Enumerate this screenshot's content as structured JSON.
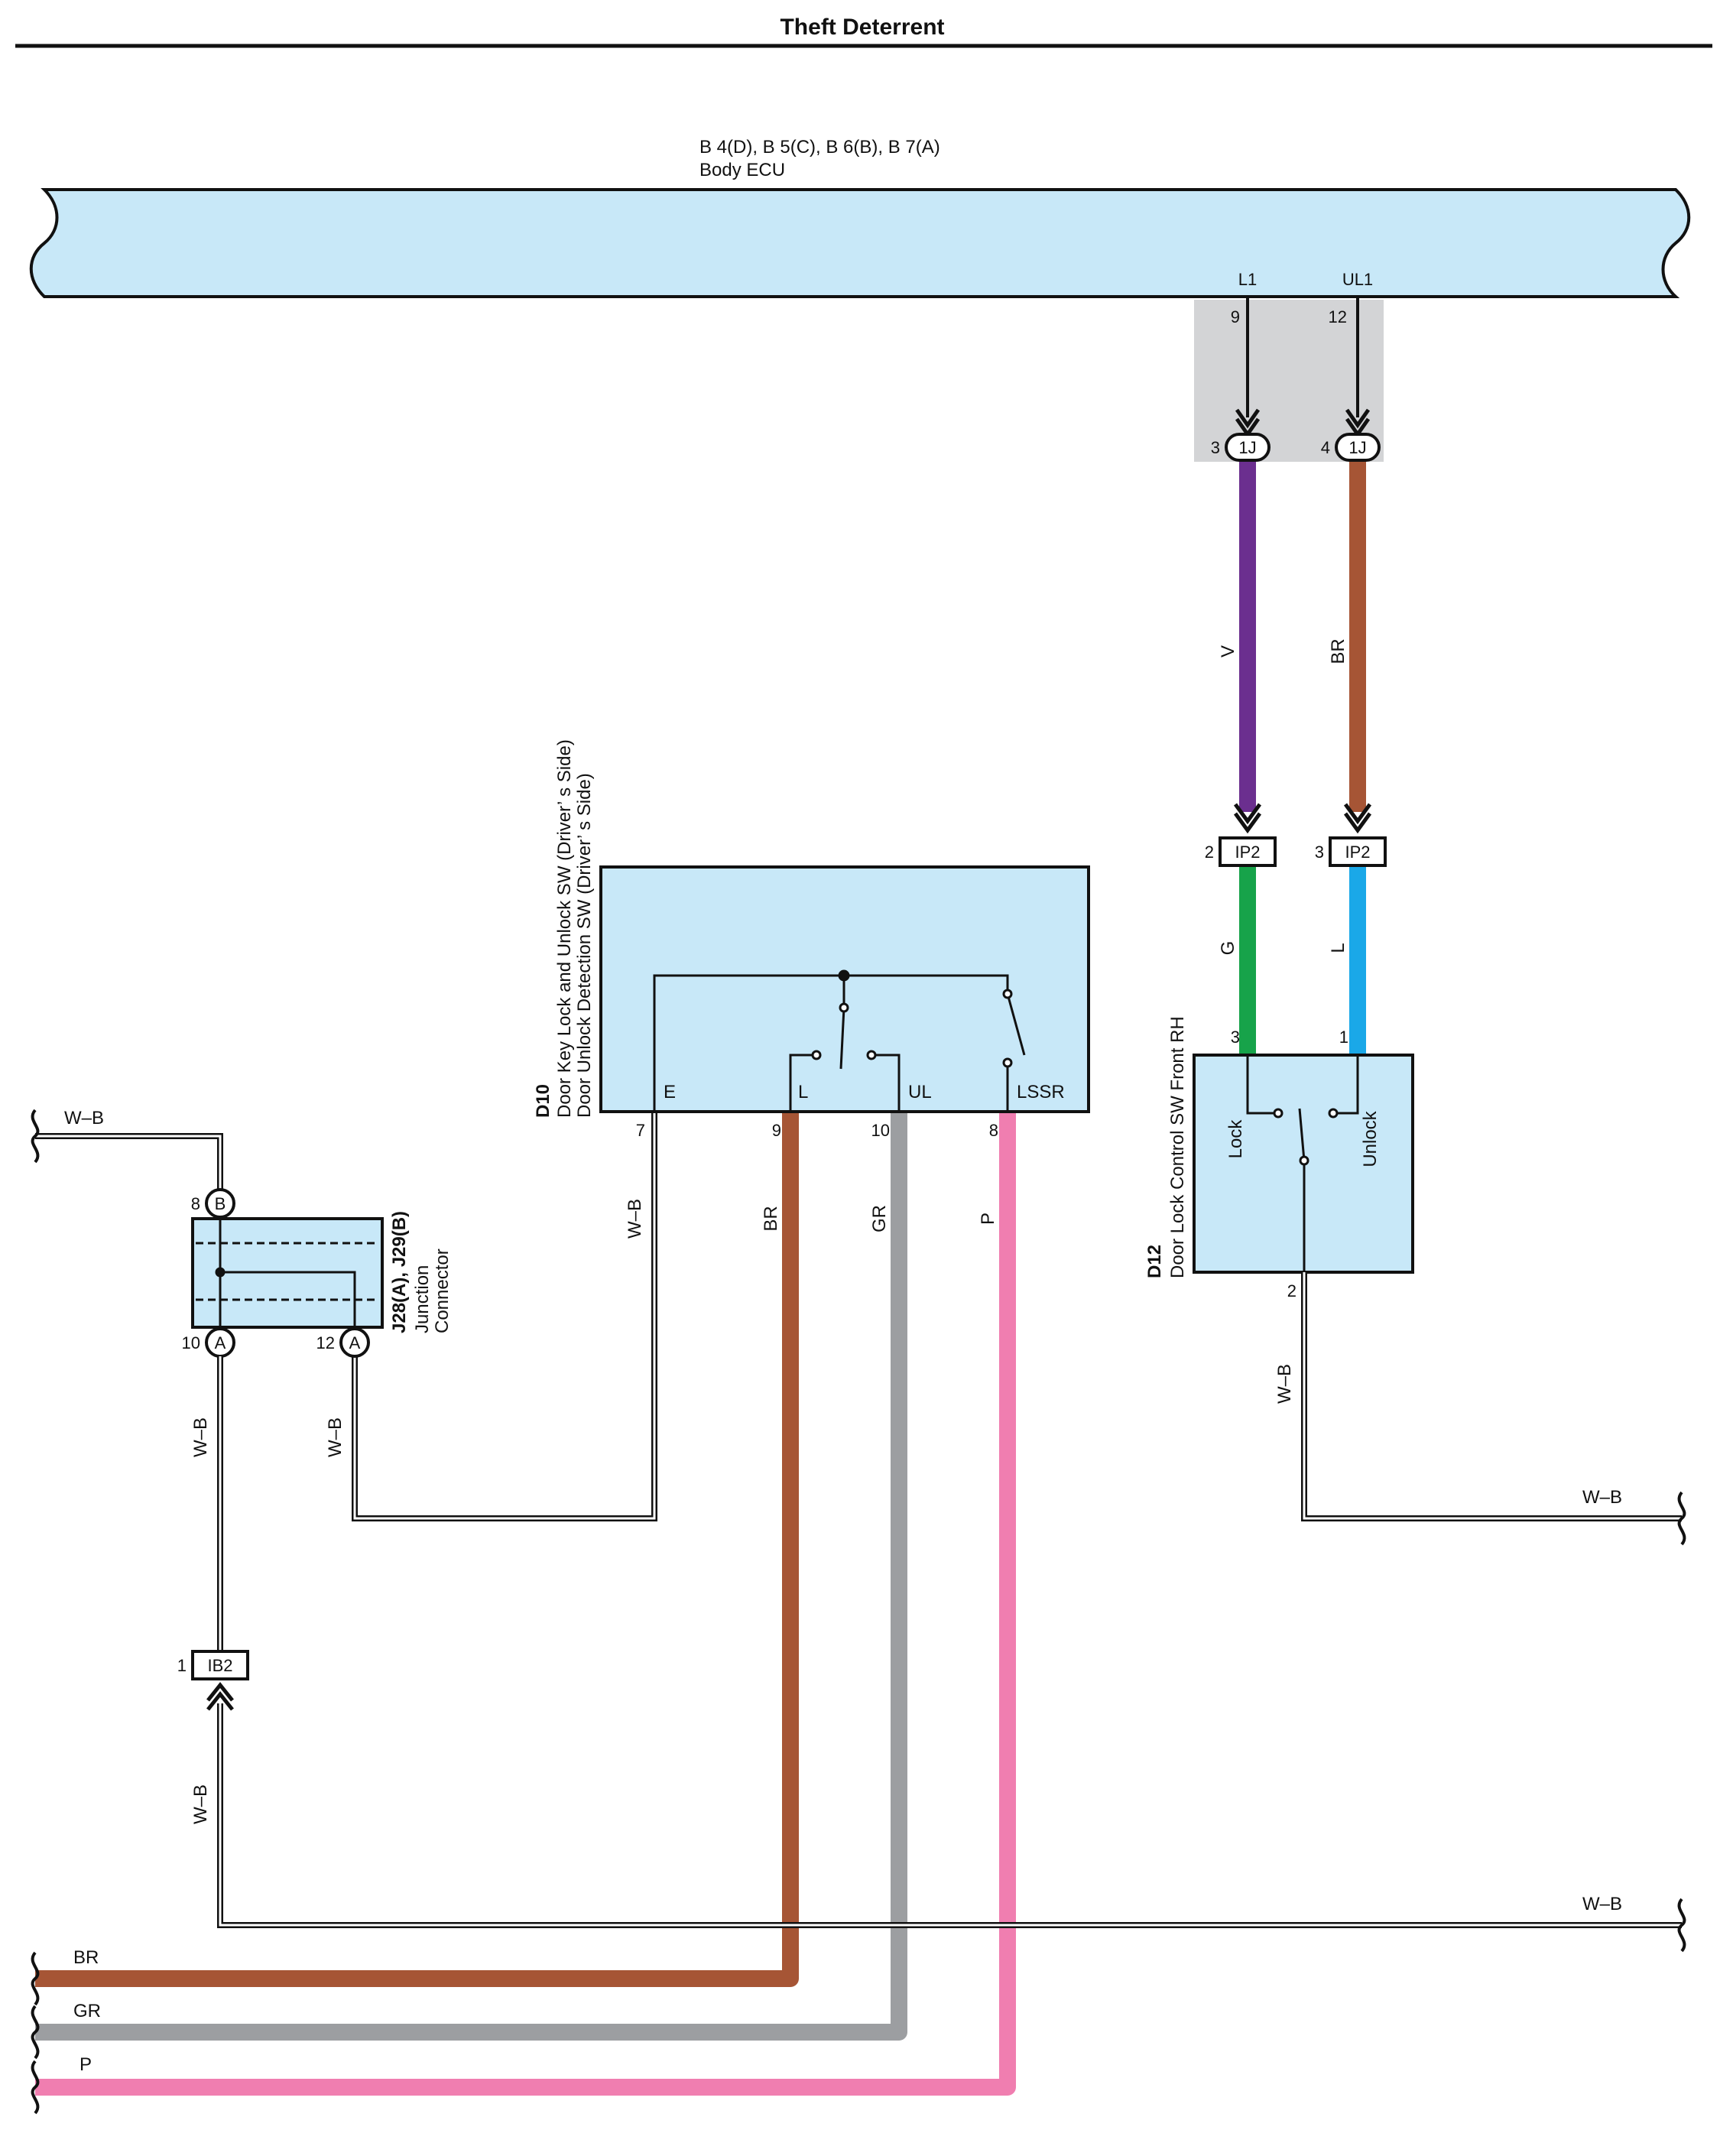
{
  "title": "Theft Deterrent",
  "colors": {
    "ecu_fill": "#c8e8f8",
    "junction_fill": "#d3d4d6",
    "wire_V": "#6b2f8f",
    "wire_BR": "#a65535",
    "wire_G": "#17a34a",
    "wire_L": "#1aa8e8",
    "wire_GR": "#9c9ea1",
    "wire_P": "#f07eb0",
    "wire_WB": "#111111"
  },
  "body_ecu": {
    "connectors": "B 4(D), B 5(C), B 6(B), B 7(A)",
    "name": "Body ECU",
    "term_l1": "L1",
    "term_ul1": "UL1",
    "pin_l1": "9",
    "pin_ul1": "12"
  },
  "junction_1j": {
    "label": "1J",
    "pin_a": "3",
    "pin_b": "4"
  },
  "wires": {
    "v": "V",
    "br": "BR",
    "g": "G",
    "l": "L",
    "gr": "GR",
    "p": "P",
    "wb": "W–B"
  },
  "ip2": {
    "label": "IP2",
    "pin_a": "2",
    "pin_b": "3"
  },
  "d10": {
    "code": "D10",
    "name_line1": "Door Key Lock and Unlock SW (Driver’ s Side)",
    "name_line2": "Door Unlock Detection SW (Driver’ s Side)",
    "term_e": "E",
    "term_l": "L",
    "term_ul": "UL",
    "term_lssr": "LSSR",
    "pin_e": "7",
    "pin_l": "9",
    "pin_ul": "10",
    "pin_lssr": "8"
  },
  "d12": {
    "code": "D12",
    "name": "Door Lock Control SW Front RH",
    "term_lock": "Lock",
    "term_unlock": "Unlock",
    "pin_lock": "3",
    "pin_unlock": "1",
    "pin_ground": "2"
  },
  "junction_connector": {
    "codes": "J28(A), J29(B)",
    "name_line1": "Junction",
    "name_line2": "Connector",
    "conn_b": "B",
    "conn_a": "A",
    "pin_b": "8",
    "pin_a1": "10",
    "pin_a2": "12"
  },
  "ib2": {
    "label": "IB2",
    "pin": "1"
  }
}
